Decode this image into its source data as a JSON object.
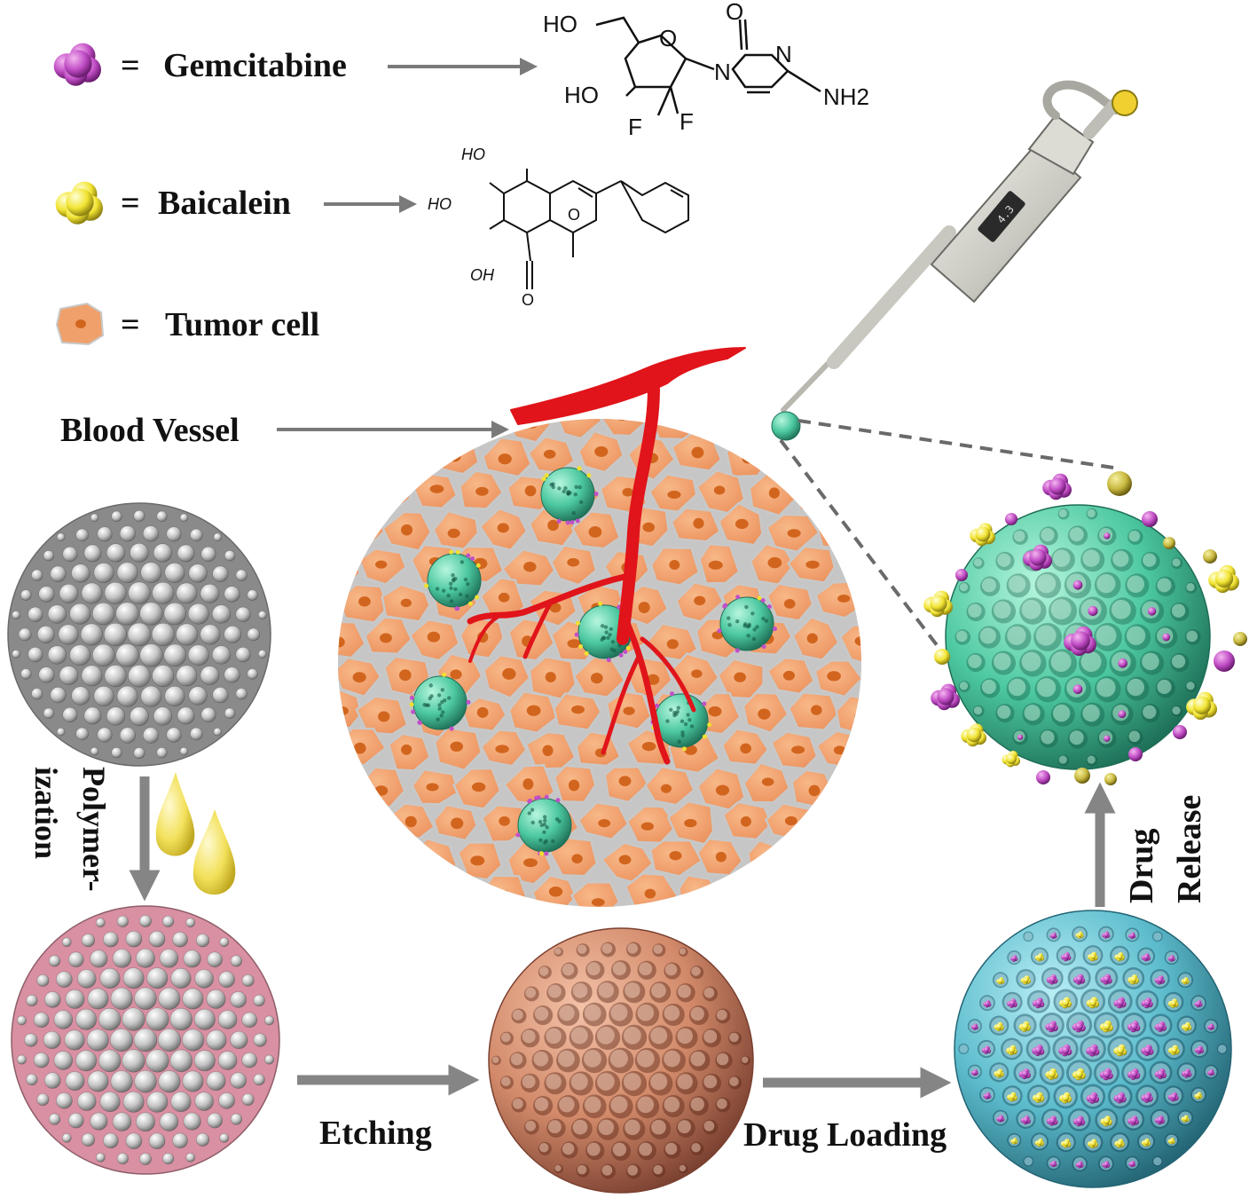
{
  "legend": {
    "gemcitabine": "Gemcitabine",
    "baicalein": "Baicalein",
    "tumor_cell": "Tumor cell",
    "equals": "="
  },
  "labels": {
    "blood_vessel": "Blood Vessel",
    "polymerization_1": "Polymer-",
    "polymerization_2": "ization",
    "etching": "Etching",
    "drug_loading": "Drug Loading",
    "drug_release_1": "Drug",
    "drug_release_2": "Release"
  },
  "gemcitabine_structure": {
    "atoms": [
      "HO",
      "O",
      "O",
      "N",
      "N",
      "NH2",
      "HO",
      "F",
      "F"
    ]
  },
  "baicalein_structure": {
    "atoms": [
      "HO",
      "HO",
      "OH",
      "O",
      "O"
    ]
  },
  "pipette_display": "4.3",
  "colors": {
    "tumor_cell": "#f0a06a",
    "tumor_nucleus": "#d2651e",
    "blood_vessel": "#e0141a",
    "gemcitabine": "#c050c8",
    "baicalein": "#f0e030",
    "template_sphere": "#c8c8c8",
    "polymer_coat": "#e8a8b8",
    "etched_sphere": "#d4886a",
    "loaded_sphere": "#58b8c8",
    "release_sphere": "#40c8a0",
    "arrow": "#808080"
  }
}
